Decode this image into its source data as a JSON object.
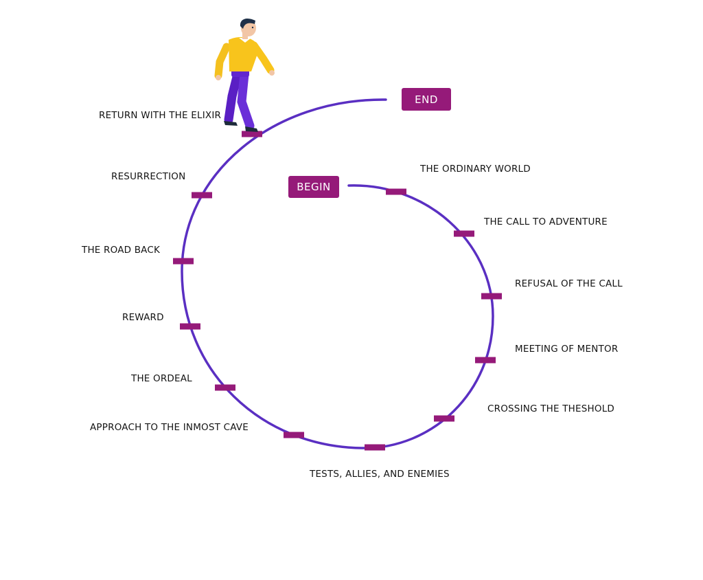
{
  "diagram": {
    "begin_label": "BEGIN",
    "end_label": "END",
    "colors": {
      "path": "#5a2fc2",
      "marker": "#951a79",
      "badge_bg": "#951a79",
      "badge_text": "#ffffff",
      "text": "#141414"
    },
    "stages": [
      {
        "label": "THE ORDINARY WORLD"
      },
      {
        "label": "THE CALL TO ADVENTURE"
      },
      {
        "label": "REFUSAL OF THE CALL"
      },
      {
        "label": "MEETING OF MENTOR"
      },
      {
        "label": "CROSSING THE THESHOLD"
      },
      {
        "label": "TESTS, ALLIES, AND ENEMIES"
      },
      {
        "label": "APPROACH TO THE INMOST CAVE"
      },
      {
        "label": "THE ORDEAL"
      },
      {
        "label": "REWARD"
      },
      {
        "label": "THE ROAD BACK"
      },
      {
        "label": "RESURRECTION"
      },
      {
        "label": "RETURN WITH THE ELIXIR"
      }
    ],
    "figure_icon": "walking-man-icon"
  }
}
